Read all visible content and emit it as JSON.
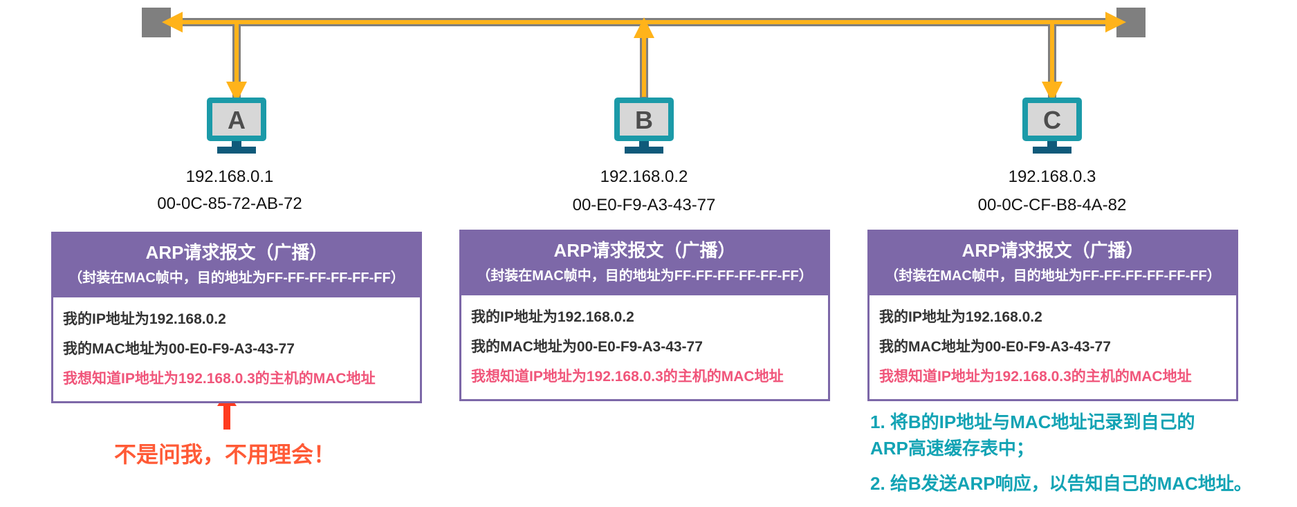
{
  "hosts": [
    {
      "label": "A",
      "ip": "192.168.0.1",
      "mac": "00-0C-85-72-AB-72"
    },
    {
      "label": "B",
      "ip": "192.168.0.2",
      "mac": "00-E0-F9-A3-43-77"
    },
    {
      "label": "C",
      "ip": "192.168.0.3",
      "mac": "00-0C-CF-B8-4A-82"
    }
  ],
  "arp_box": {
    "title": "ARP请求报文（广播）",
    "subtitle": "（封装在MAC帧中，目的地址为FF-FF-FF-FF-FF-FF）",
    "line1": "我的IP地址为192.168.0.2",
    "line2": "我的MAC地址为00-E0-F9-A3-43-77",
    "line3": "我想知道IP地址为192.168.0.3的主机的MAC地址"
  },
  "notes": {
    "host_a": "不是问我，不用理会！",
    "host_c_step1_a": "1. 将B的IP地址与MAC地址记录到自己的",
    "host_c_step1_b": "ARP高速缓存表中；",
    "host_c_step2": "2. 给B发送ARP响应，以告知自己的MAC地址。"
  },
  "colors": {
    "bus": "#7f7f7f",
    "signal": "#ffb31a",
    "monitor_frame": "#1b9aa8",
    "monitor_base": "#0f5a7a",
    "box_header": "#7d68a8",
    "ask_text": "#f0557a",
    "red_note": "#ff5a36",
    "red_arrow": "#ff3b1f",
    "teal_note": "#12a3b4"
  }
}
